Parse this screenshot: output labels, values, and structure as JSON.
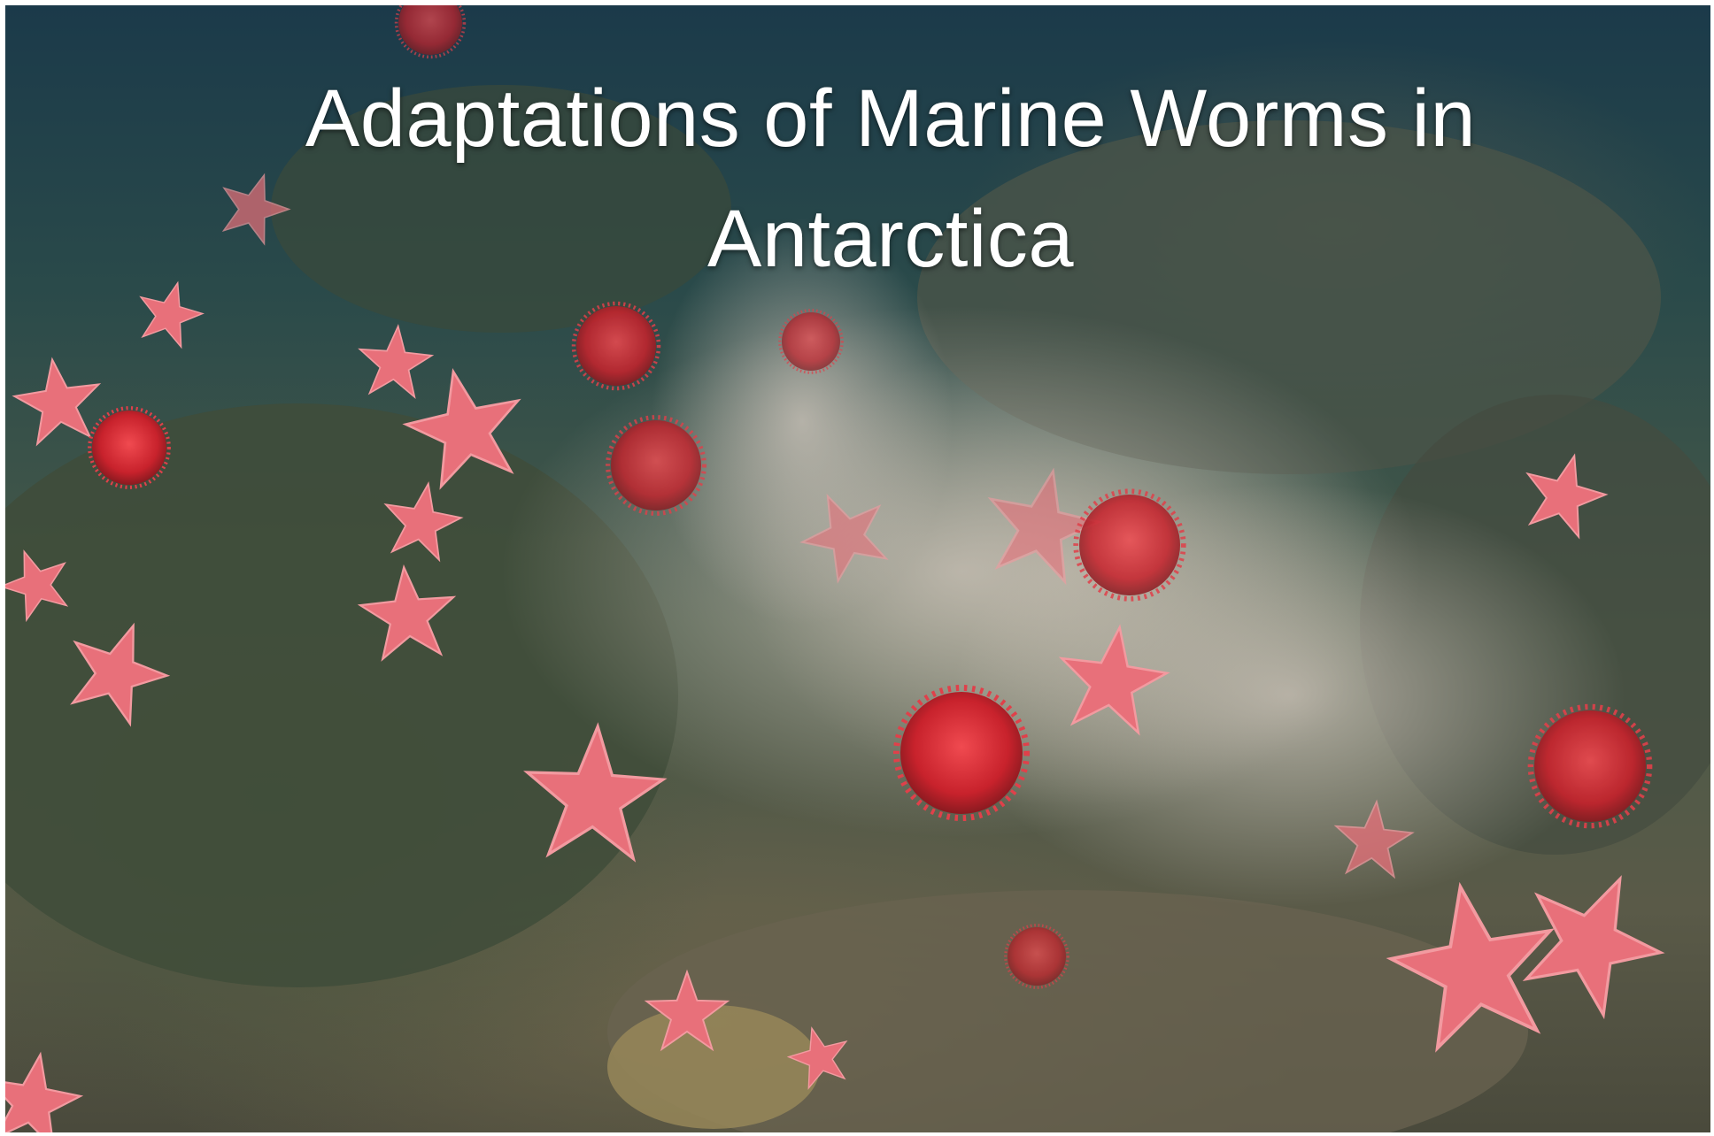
{
  "slide": {
    "title_line_1": "Adaptations of Marine Worms in",
    "title_line_2": "Antarctica"
  },
  "photo": {
    "subject": "seafloor-with-sea-stars-and-urchins",
    "colors": {
      "water": "#1b3a4a",
      "rock": "#4a5a48",
      "sea_star": "#e8707a",
      "urchin": "#d8323a"
    }
  }
}
